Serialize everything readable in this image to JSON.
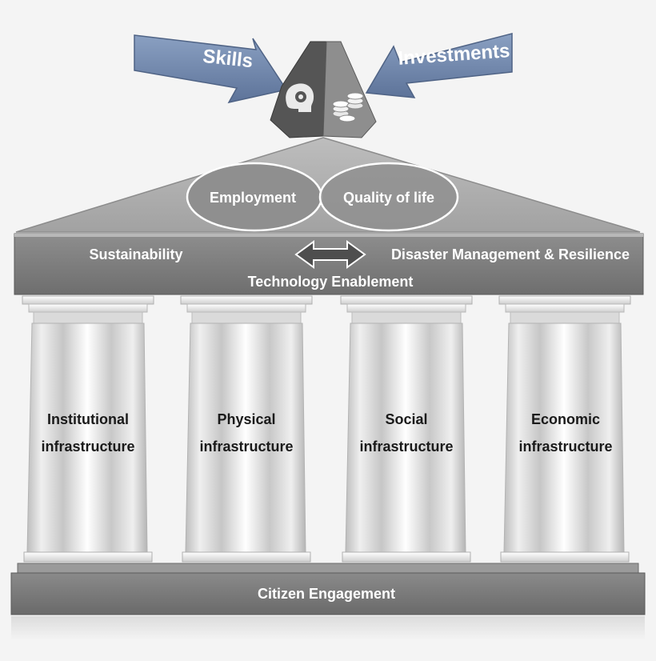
{
  "top": {
    "skills_label": "Skills",
    "investments_label": "Investments"
  },
  "pediment": {
    "employment_label": "Employment",
    "quality_label": "Quality of life"
  },
  "beam": {
    "sustainability_label": "Sustainability",
    "disaster_label": "Disaster Management & Resilience",
    "technology_label": "Technology Enablement"
  },
  "pillars": [
    {
      "line1": "Institutional",
      "line2": "infrastructure"
    },
    {
      "line1": "Physical",
      "line2": "infrastructure"
    },
    {
      "line1": "Social",
      "line2": "infrastructure"
    },
    {
      "line1": "Economic",
      "line2": "infrastructure"
    }
  ],
  "base": {
    "citizen_label": "Citizen Engagement"
  },
  "icons": [
    "brain-gear-icon",
    "coins-icon",
    "double-arrow-icon"
  ],
  "colors": {
    "arrow_blue": "#6f86ab",
    "beam_gray": "#7c7c7c",
    "pediment_gray": "#a6a6a6",
    "pillar_light": "#f7f7f7"
  }
}
